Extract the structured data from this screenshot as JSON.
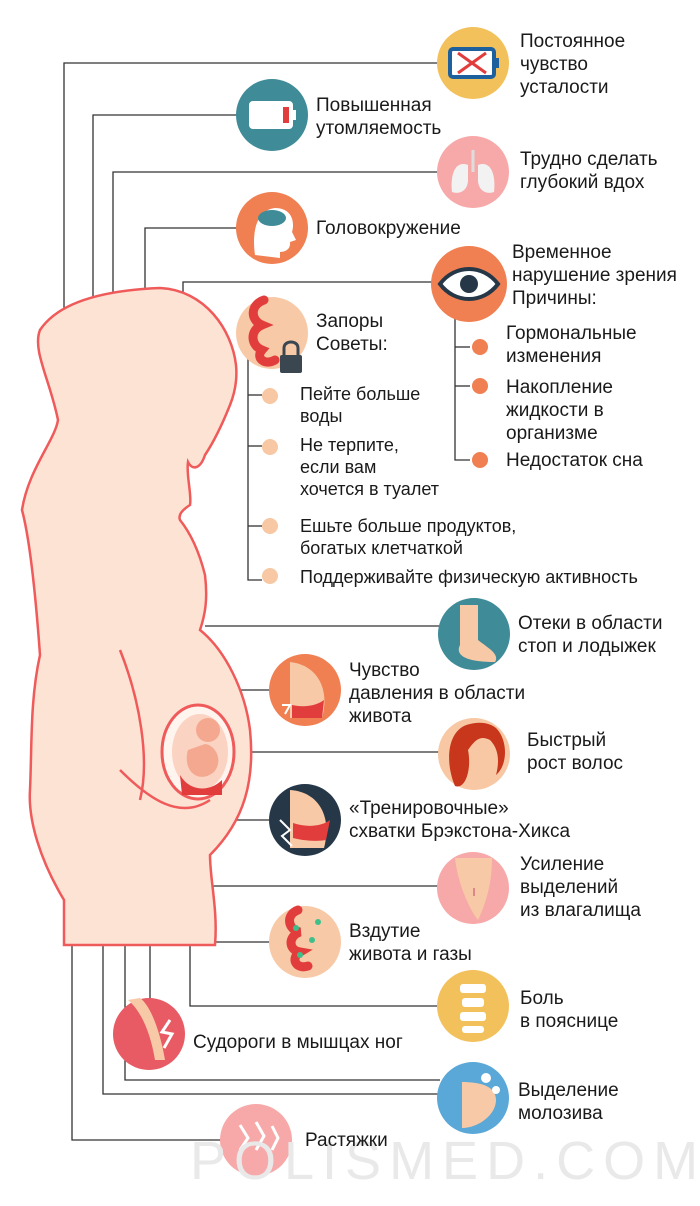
{
  "watermark": "POLISMED.COM",
  "symptoms": {
    "fatigue": "Постоянное\nчувство\nусталости",
    "tiredness": "Повышенная\nутомляемость",
    "breath": "Трудно сделать\nглубокий вдох",
    "dizziness": "Головокружение",
    "vision": "Временное\nнарушение зрения\nПричины:",
    "constipation": "Запоры\nСоветы:",
    "swelling": "Отеки в области\nстоп и лодыжек",
    "pressure": "Чувство\nдавления в области\nживота",
    "hair": "Быстрый\nрост волос",
    "braxton": "«Тренировочные»\nсхватки Брэкстона-Хикса",
    "discharge": "Усиление\nвыделений\nиз влагалища",
    "bloating": "Вздутие\nживота и газы",
    "backpain": "Боль\nв пояснице",
    "cramps": "Судороги в мышцах ног",
    "colostrum": "Выделение\nмолозива",
    "stretch": "Растяжки"
  },
  "vision_causes": [
    "Гормональные\nизменения",
    "Накопление\nжидкости в\nорганизме",
    "Недостаток сна"
  ],
  "constipation_tips": [
    "Пейте больше\nводы",
    "Не терпите,\nесли вам\nхочется в туалет",
    "Ешьте больше продуктов,\nбогатых клетчаткой",
    "Поддерживайте физическую активность"
  ],
  "colors": {
    "body_fill": "#fde3d4",
    "body_stroke": "#ef5a5a",
    "line": "#333333",
    "yellow": "#f3c15c",
    "teal": "#3f8c98",
    "pink": "#f7a9a9",
    "orange": "#f07f52",
    "peach": "#f8c9a6",
    "bullet_orange": "#f07f52",
    "bullet_peach": "#f7c8a3"
  }
}
